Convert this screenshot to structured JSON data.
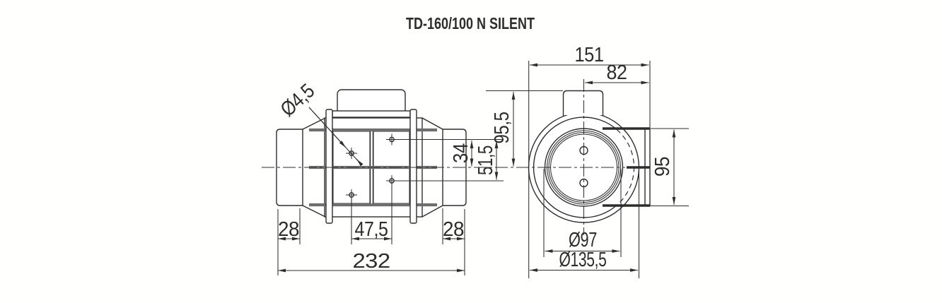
{
  "title": "TD-160/100 N SILENT",
  "drawing_type": "dimensional technical drawing, inline duct fan, side view and front view",
  "dimensions": {
    "side_view": {
      "mounting_hole_diameter": "Ø4,5",
      "left_duct_spigot_length": "28",
      "mounting_hole_spacing": "47,5",
      "right_duct_spigot_length": "28",
      "overall_length": "232",
      "upper_hole_to_axis": "34",
      "hole_row_spacing": "51,5",
      "box_top_to_axis": "95,5"
    },
    "front_view": {
      "overall_width": "151",
      "axis_to_bracket_edge": "82",
      "bracket_height": "95",
      "spigot_diameter": "Ø97",
      "body_diameter": "Ø135,5"
    }
  },
  "colors": {
    "line": "#2d2d2d",
    "rail_gray": "#6e6e6e",
    "background": "#ffffff"
  }
}
